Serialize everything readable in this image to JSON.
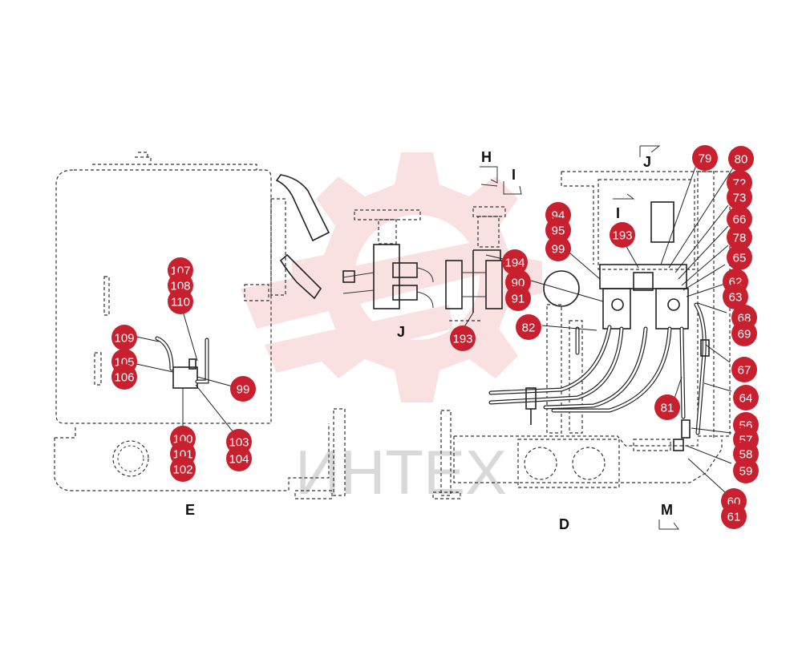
{
  "watermark": {
    "text": "ИНТЕХ",
    "color": "#f3b5b5",
    "text_color": "#d9d9d9"
  },
  "views": [
    {
      "id": "E",
      "label": "E"
    },
    {
      "id": "D",
      "label": "D"
    },
    {
      "id": "J",
      "label": "J"
    },
    {
      "id": "J2",
      "label": "J"
    },
    {
      "id": "H",
      "label": "H"
    },
    {
      "id": "I",
      "label": "I"
    },
    {
      "id": "I2",
      "label": "I"
    },
    {
      "id": "M",
      "label": "M"
    }
  ],
  "callout_color": "#c8202e",
  "callouts": [
    {
      "id": "c107",
      "label": "107"
    },
    {
      "id": "c108",
      "label": "108"
    },
    {
      "id": "c110",
      "label": "110"
    },
    {
      "id": "c109",
      "label": "109"
    },
    {
      "id": "c105",
      "label": "105"
    },
    {
      "id": "c106",
      "label": "106"
    },
    {
      "id": "c99a",
      "label": "99"
    },
    {
      "id": "c100",
      "label": "100"
    },
    {
      "id": "c101",
      "label": "101"
    },
    {
      "id": "c102",
      "label": "102"
    },
    {
      "id": "c103",
      "label": "103"
    },
    {
      "id": "c104",
      "label": "104"
    },
    {
      "id": "c193a",
      "label": "193"
    },
    {
      "id": "c194",
      "label": "194"
    },
    {
      "id": "c94",
      "label": "94"
    },
    {
      "id": "c95",
      "label": "95"
    },
    {
      "id": "c99b",
      "label": "99"
    },
    {
      "id": "c90",
      "label": "90"
    },
    {
      "id": "c91",
      "label": "91"
    },
    {
      "id": "c82",
      "label": "82"
    },
    {
      "id": "c193b",
      "label": "193"
    },
    {
      "id": "c79",
      "label": "79"
    },
    {
      "id": "c80",
      "label": "80"
    },
    {
      "id": "c72",
      "label": "72"
    },
    {
      "id": "c73",
      "label": "73"
    },
    {
      "id": "c66",
      "label": "66"
    },
    {
      "id": "c78",
      "label": "78"
    },
    {
      "id": "c65",
      "label": "65"
    },
    {
      "id": "c62",
      "label": "62"
    },
    {
      "id": "c63",
      "label": "63"
    },
    {
      "id": "c68",
      "label": "68"
    },
    {
      "id": "c69",
      "label": "69"
    },
    {
      "id": "c67",
      "label": "67"
    },
    {
      "id": "c64",
      "label": "64"
    },
    {
      "id": "c81",
      "label": "81"
    },
    {
      "id": "c56",
      "label": "56"
    },
    {
      "id": "c57",
      "label": "57"
    },
    {
      "id": "c58",
      "label": "58"
    },
    {
      "id": "c59",
      "label": "59"
    },
    {
      "id": "c60",
      "label": "60"
    },
    {
      "id": "c61",
      "label": "61"
    }
  ]
}
